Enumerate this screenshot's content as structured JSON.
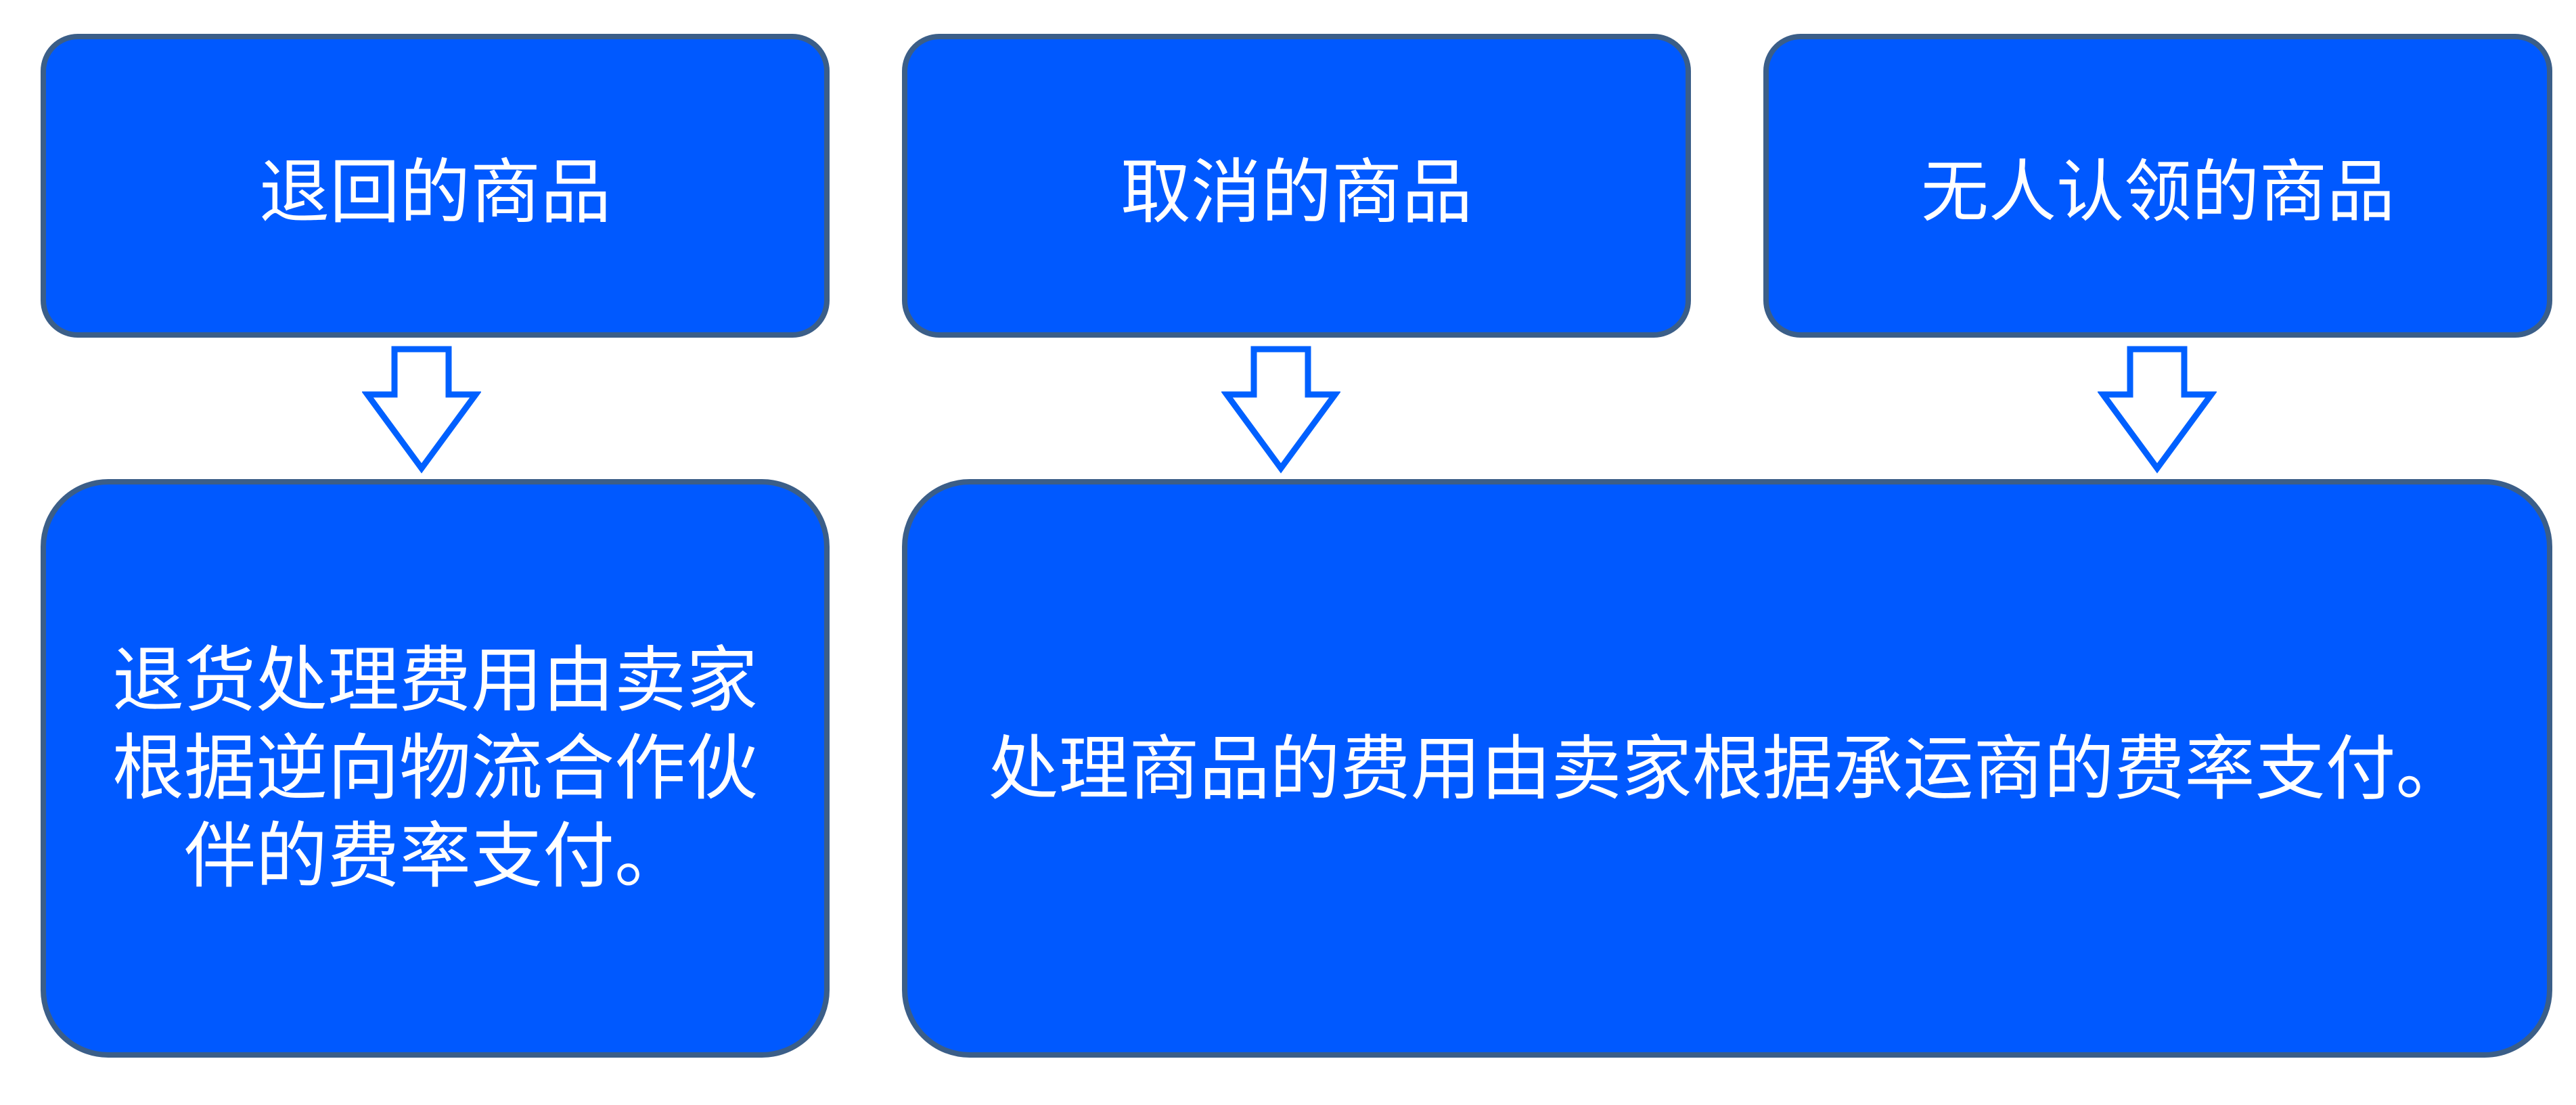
{
  "diagram": {
    "colors": {
      "box_fill": "#0059ff",
      "box_border": "#3b5e88",
      "arrow_stroke": "#0060ff",
      "text": "#ffffff"
    },
    "categories": [
      {
        "label": "退回的商品",
        "arrow_icon": "down-arrow-outline"
      },
      {
        "label": "取消的商品",
        "arrow_icon": "down-arrow-outline"
      },
      {
        "label": "无人认领的商品",
        "arrow_icon": "down-arrow-outline"
      }
    ],
    "outcomes": [
      {
        "text": "退货处理费用由卖家根据逆向物流合作伙伴的费率支付。",
        "lines": [
          "退货处理费用由卖家",
          "根据逆向物流合作伙",
          "伴的费率支付。"
        ]
      },
      {
        "text": "处理商品的费用由卖家根据承运商的费率支付。"
      }
    ]
  }
}
